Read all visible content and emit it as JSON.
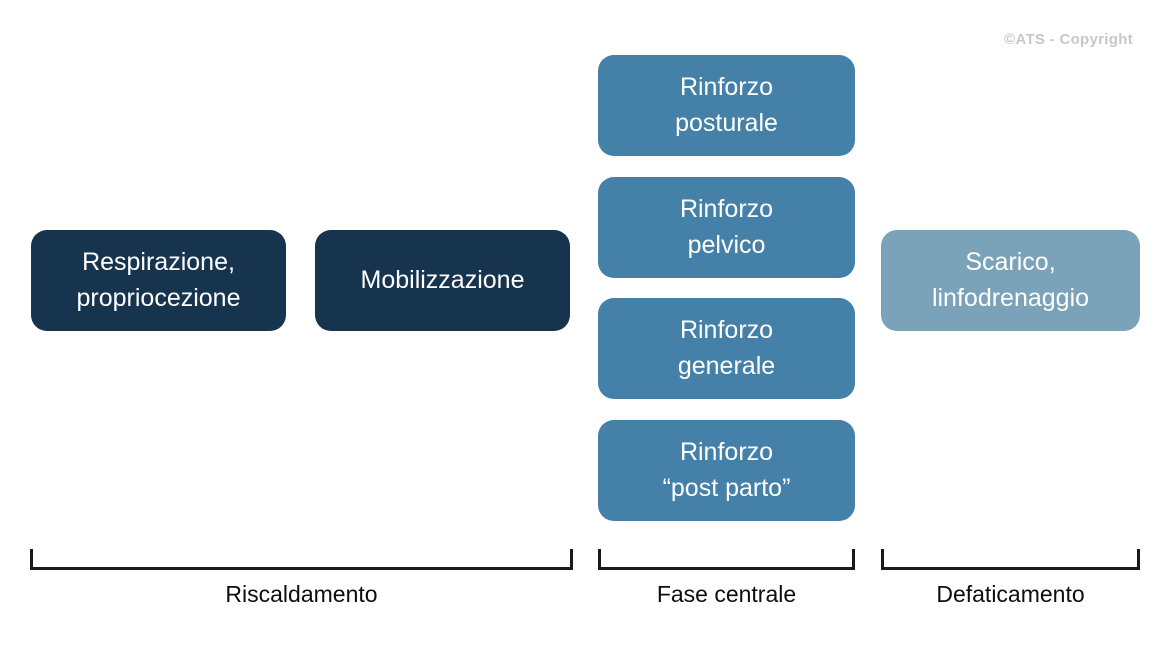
{
  "watermark": "©ATS - Copyright",
  "colors": {
    "background": "#ffffff",
    "warmup_box": "#17344f",
    "central_box": "#4480a8",
    "cooldown_box": "#7aa3ba",
    "box_text": "#ffffff",
    "bracket_line": "#1a1a1a",
    "phase_label_text": "#0d0d0d",
    "watermark_text": "#c7c7cc"
  },
  "groups": [
    {
      "label": "Riscaldamento",
      "color": "#17344f",
      "boxes": [
        {
          "text": "Respirazione,\npropriocezione"
        },
        {
          "text": "Mobilizzazione"
        }
      ]
    },
    {
      "label": "Fase centrale",
      "color": "#4480a8",
      "boxes": [
        {
          "text": "Rinforzo\nposturale"
        },
        {
          "text": "Rinforzo\npelvico"
        },
        {
          "text": "Rinforzo\ngenerale"
        },
        {
          "text": "Rinforzo\n“post parto”"
        }
      ]
    },
    {
      "label": "Defaticamento",
      "color": "#7aa3ba",
      "boxes": [
        {
          "text": "Scarico,\nlinfodrenaggio"
        }
      ]
    }
  ]
}
